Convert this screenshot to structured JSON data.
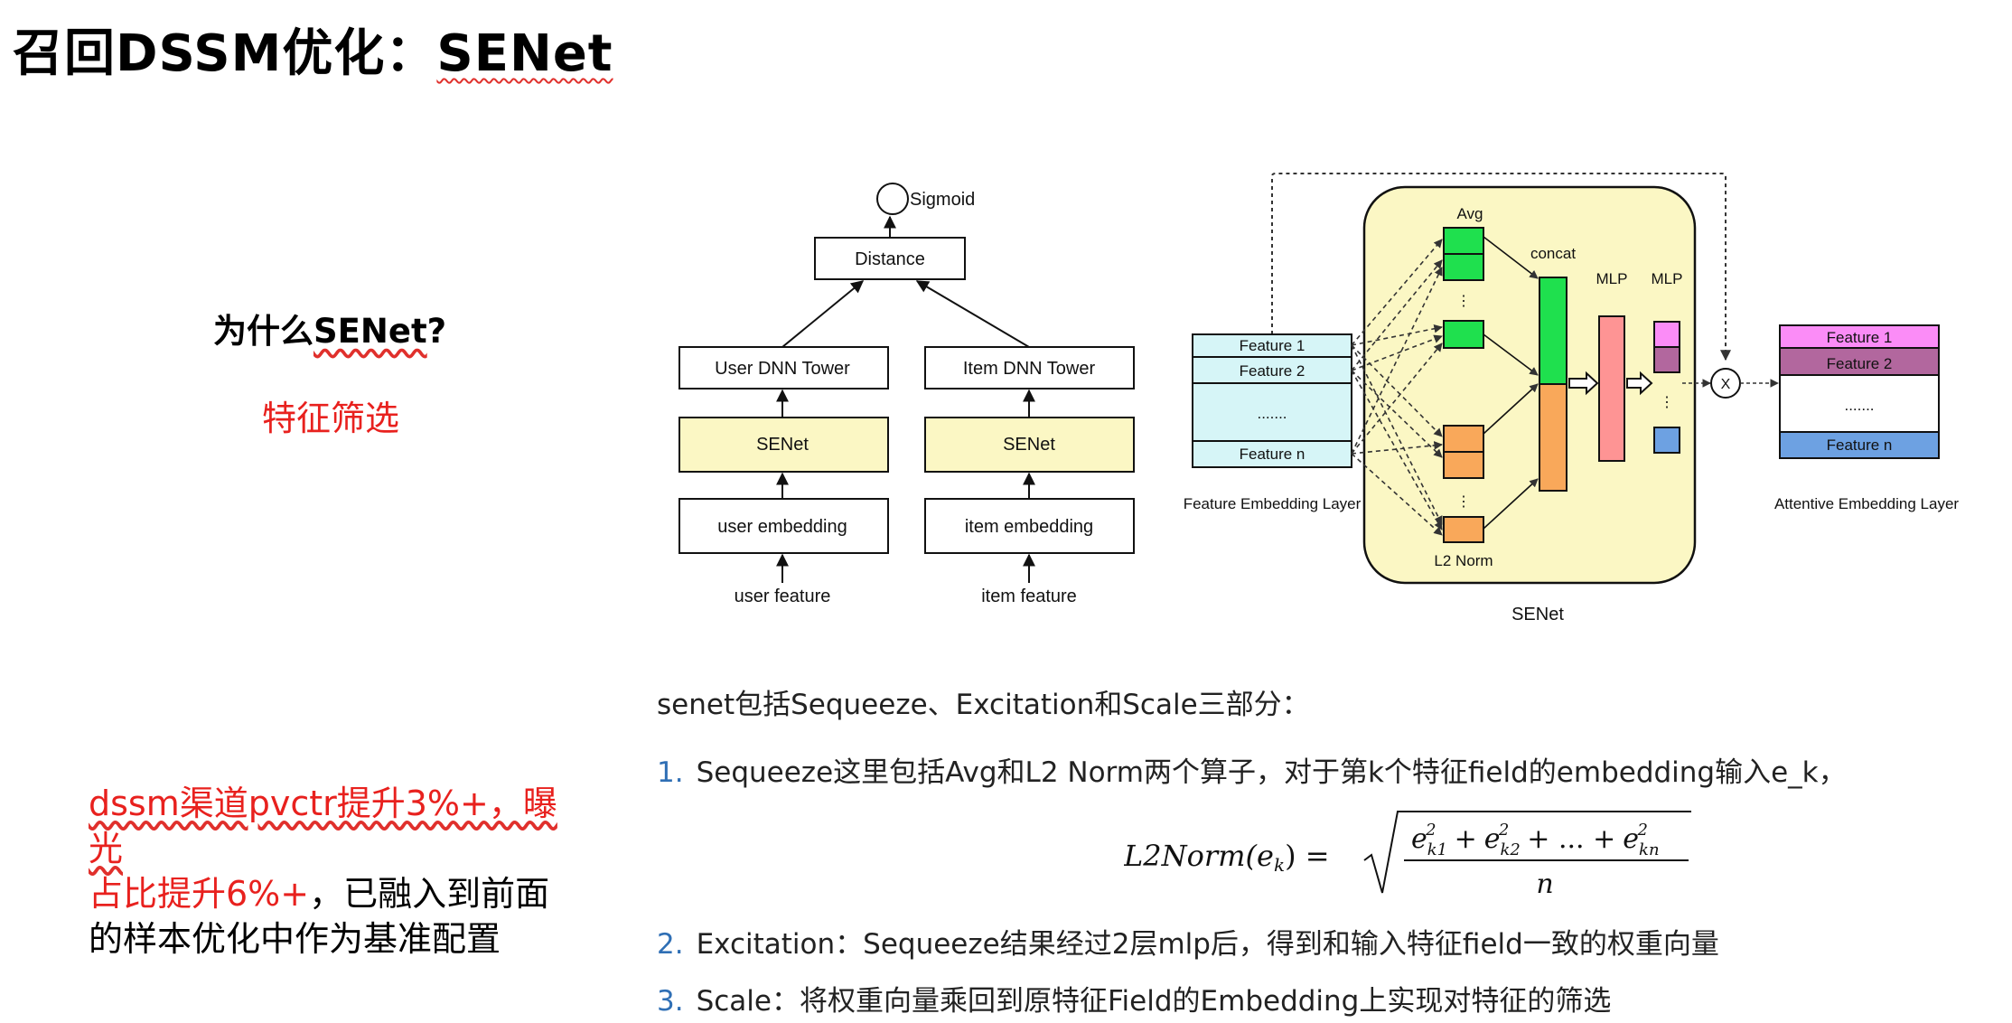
{
  "page_title": "召回DSSM优化：SENet",
  "page_title_main": "召回DSSM优化：",
  "page_title_ul": "SENet",
  "question": {
    "prefix": "为什么",
    "underlined": "SENet",
    "suffix": "?"
  },
  "answer": "特征筛选",
  "note": {
    "line1_red": "dssm渠道pvctr提升3%+，曝光",
    "line2_red": "占比提升6%+",
    "line2_black": "，已融入到前面",
    "line3": "的样本优化中作为基准配置"
  },
  "left_diagram": {
    "sigmoid": "Sigmoid",
    "distance": "Distance",
    "user_tower": "User DNN Tower",
    "item_tower": "Item DNN Tower",
    "user_senet": "SENet",
    "item_senet": "SENet",
    "user_embedding": "user embedding",
    "item_embedding": "item embedding",
    "user_feature": "user feature",
    "item_feature": "item feature"
  },
  "right_diagram": {
    "feature1": "Feature 1",
    "feature2": "Feature 2",
    "dots": ".......",
    "featuren": "Feature n",
    "embedding_layer": "Feature Embedding Layer",
    "avg": "Avg",
    "concat": "concat",
    "mlp1": "MLP",
    "mlp2": "MLP",
    "l2norm": "L2 Norm",
    "senet_label": "SENet",
    "multiply": "X",
    "att_feature1": "Feature 1",
    "att_feature2": "Feature 2",
    "att_dots": ".......",
    "att_featuren": "Feature n",
    "attentive_layer": "Attentive Embedding Layer",
    "colors": {
      "senet_bg": "#fbf7c4",
      "green": "#1fe04e",
      "orange": "#f9a85a",
      "pink": "#fe9494",
      "cyan": "#d6f5f7",
      "magenta": "#fb8cf7",
      "purple": "#b2679e",
      "blue": "#6da1e2"
    }
  },
  "intro": "senet包括Sequeeze、Excitation和Scale三部分：",
  "steps": [
    {
      "num": "1.",
      "text": "Sequeeze这里包括Avg和L2 Norm两个算子，对于第k个特征field的embedding输入e_k，"
    },
    {
      "num": "2.",
      "text": "Excitation：Sequeeze结果经过2层mlp后，得到和输入特征field一致的权重向量"
    },
    {
      "num": "3.",
      "text": "Scale：将权重向量乘回到原特征Field的Embedding上实现对特征的筛选"
    }
  ],
  "formula": {
    "lhs": "L2Norm(e",
    "lhs_sub": "k",
    "lhs_close": ") =",
    "t1": "e",
    "t1_sub": "k1",
    "t2": "e",
    "t2_sub": "k2",
    "plus1": "+",
    "plus2": "+ ... +",
    "t3": "e",
    "t3_sub": "kn",
    "sup": "2",
    "denominator": "n"
  }
}
